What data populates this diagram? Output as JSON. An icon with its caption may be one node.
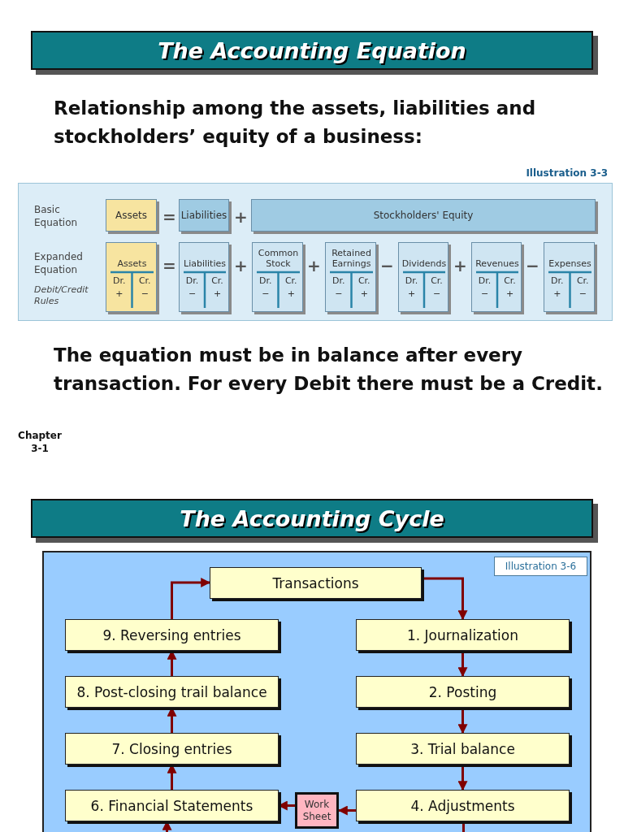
{
  "diagram": {
    "title": "The Accounting Equation",
    "nodes": [
      {
        "text": [
          "Assets"
        ]
      },
      {
        "text": [
          "Liabilities"
        ]
      },
      {
        "text": [
          "Stockholders' Equity"
        ]
      },
      {
        "text": [
          "Assets",
          "Dr.",
          "Cr.",
          "+",
          "−"
        ]
      },
      {
        "text": [
          "Liabilities",
          "Dr.",
          "Cr.",
          "−",
          "+"
        ]
      },
      {
        "text": [
          "Common Stock",
          "Dr.",
          "Cr.",
          "−",
          "+"
        ]
      },
      {
        "text": [
          "Retained Earnings",
          "Dr.",
          "Cr.",
          "−",
          "+"
        ]
      },
      {
        "text": [
          "Dividends",
          "Dr.",
          "Cr.",
          "+",
          "−"
        ]
      },
      {
        "text": [
          "Revenues",
          "Dr.",
          "Cr.",
          "−",
          "+"
        ]
      },
      {
        "text": [
          "Expenses",
          "Dr.",
          "Cr.",
          "+",
          "−"
        ]
      },
      {
        "text": [
          "Illustration 3-6"
        ]
      },
      {
        "text": [
          "Transactions"
        ]
      },
      {
        "text": [
          "9. Reversing entries"
        ]
      },
      {
        "text": [
          "1. Journalization"
        ]
      },
      {
        "text": [
          "8. Post-closing trail balance"
        ]
      },
      {
        "text": [
          "2. Posting"
        ]
      },
      {
        "text": [
          "7. Closing entries"
        ]
      },
      {
        "text": [
          "3. Trial balance"
        ]
      },
      {
        "text": [
          "6. Financial Statements"
        ]
      },
      {
        "text": [
          "Work Sheet"
        ]
      },
      {
        "text": [
          "4. Adjustments"
        ]
      }
    ],
    "edges": [
      {
        "from": 11,
        "to": 13,
        "arrow": "to"
      },
      {
        "from": 13,
        "to": 15,
        "arrow": "to"
      },
      {
        "from": 15,
        "to": 17,
        "arrow": "to"
      },
      {
        "from": 17,
        "to": 20,
        "arrow": "to"
      },
      {
        "from": 20,
        "to": 19,
        "arrow": "to"
      },
      {
        "from": 19,
        "to": 18,
        "arrow": "to"
      },
      {
        "from": 18,
        "to": 16,
        "arrow": "to"
      },
      {
        "from": 16,
        "to": 14,
        "arrow": "to"
      },
      {
        "from": 14,
        "to": 12,
        "arrow": "to"
      },
      {
        "from": 12,
        "to": 11,
        "arrow": "to"
      },
      {
        "from": null,
        "to": 18,
        "arrow": "to"
      },
      {
        "from": 20,
        "to": null,
        "arrow": "none"
      }
    ],
    "labels": [
      "Relationship among the assets, liabilities and stockholders’ equity of a business:",
      "Illustration 3-3",
      "Basic Equation",
      "=",
      "+",
      "Expanded Equation",
      "=",
      "+",
      "+",
      "−",
      "+",
      "−",
      "Debit/Credit Rules",
      "The equation must be in balance after every transaction.  For every **Debit** there must be a **Credit**.",
      "Chapter 3-1",
      "The Accounting Cycle"
    ]
  }
}
